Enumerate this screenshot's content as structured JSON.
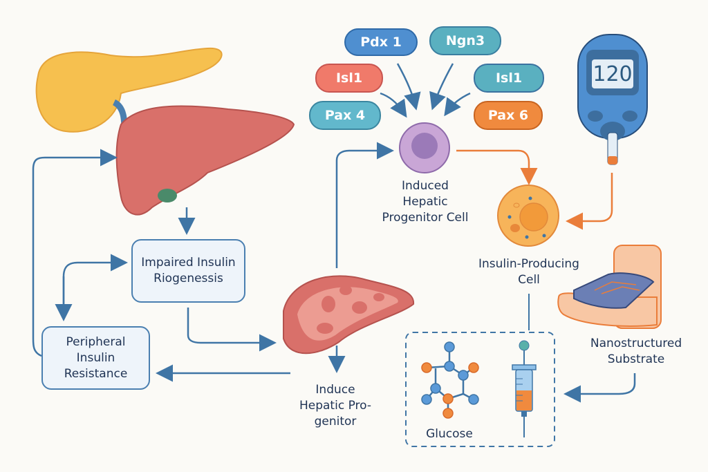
{
  "diagram": {
    "transcription_factors": [
      {
        "label": "Pdx 1",
        "color": "#4f8fd0"
      },
      {
        "label": "Ngn3",
        "color": "#5ab0c0"
      },
      {
        "label": "Isl1",
        "color": "#f07a6a"
      },
      {
        "label": "Isl1",
        "color": "#5ab0c0"
      },
      {
        "label": "Pax 4",
        "color": "#62b8cc"
      },
      {
        "label": "Pax 6",
        "color": "#f08a3e"
      }
    ],
    "nodes": {
      "impaired": "Impaired Insulin Riogenessis",
      "peripheral": "Peripheral Insulin Resistance",
      "induce_hepatic": [
        "Induce",
        "Hepatic Pro-",
        "genitor"
      ],
      "progenitor_cell": [
        "Induced",
        "Hepatic",
        "Progenitor Cell"
      ],
      "insulin_cell": [
        "Insulin-Producing",
        "Cell"
      ],
      "nanostructured": [
        "Nanostructured",
        "Substrate"
      ],
      "glucose": "Glucose"
    },
    "glucometer_reading": "120",
    "colors": {
      "arrow_blue": "#3f75a5",
      "arrow_orange": "#ea7d3a",
      "liver": "#d9706a",
      "pancreas": "#f6c04f",
      "cell_purple": "#c49ccf",
      "cell_orange": "#f7b45a"
    }
  }
}
